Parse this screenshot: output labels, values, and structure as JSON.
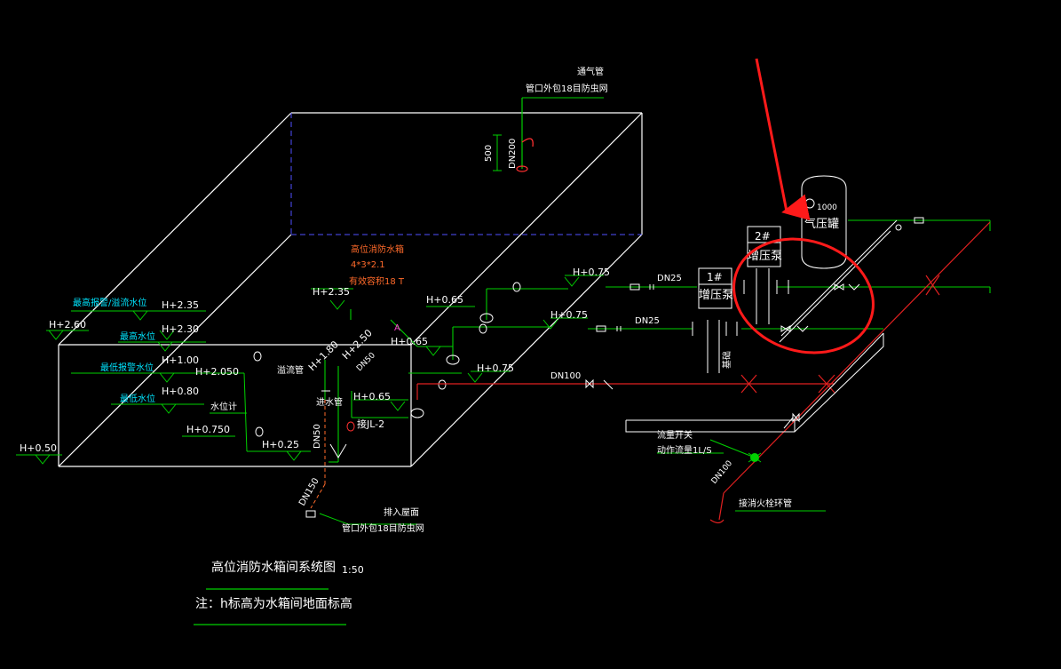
{
  "title": "高位消防水箱间系统图",
  "scale": "1:50",
  "note": "注：h标高为水箱间地面标高",
  "tank": {
    "name": "高位消防水箱",
    "size": "4*3*2.1",
    "volume": "有效容积18 T"
  },
  "vent": {
    "label": "通气管",
    "note": "管口外包18目防虫网",
    "dn": "DN200",
    "dim": "500"
  },
  "water_levels": {
    "max_alarm": "最高报警/溢流水位",
    "max": "最高水位",
    "min_alarm": "最低报警水位",
    "min": "最低水位"
  },
  "elevations": {
    "h260": "H+2.60",
    "h235a": "H+2.35",
    "h230": "H+2.30",
    "h100": "H+1.00",
    "h2050": "H+2.050",
    "h080": "H+0.80",
    "h0750": "H+0.750",
    "h050": "H+0.50",
    "h025": "H+0.25",
    "h235b": "H+2.35",
    "h180": "H+1.80",
    "h250": "H+2.50",
    "h065a": "H+0.65",
    "h065b": "H+0.65",
    "h065c": "H+0.65",
    "h075a": "H+0.75",
    "h075b": "H+0.75",
    "h075c": "H+0.75"
  },
  "labels": {
    "overflow": "溢流管",
    "inlet": "进水管",
    "gauge": "水位计",
    "connect_jl": "接JL-2",
    "dn50a": "DN50",
    "dn50b": "DN50",
    "dn150": "DN150",
    "roof_out": "排入屋面",
    "roof_note": "管口外包18目防虫网",
    "dn25a": "DN25",
    "dn25b": "DN25",
    "dn100a": "DN100",
    "dn100b": "DN100",
    "pump1_no": "1#",
    "pump1": "增压泵",
    "pump2_no": "2#",
    "pump2": "增压泵",
    "base": "基础",
    "tank_gas": "气压罐",
    "tank_gas_size": "1000",
    "flow_switch": "流量开关",
    "flow_action": "动作流量1L/S",
    "fire_loop": "接消火栓环管",
    "dn_small": "DN50",
    "mark_pink": "A"
  },
  "colors": {
    "background": "#000000",
    "line_white": "#ffffff",
    "pipe_green": "#00d000",
    "pipe_red": "#e02020",
    "text_cyan": "#00e5ff",
    "text_orange": "#ff6a2a",
    "dashed_blue": "#4040ff",
    "annotation_red": "#ff1a1a"
  }
}
